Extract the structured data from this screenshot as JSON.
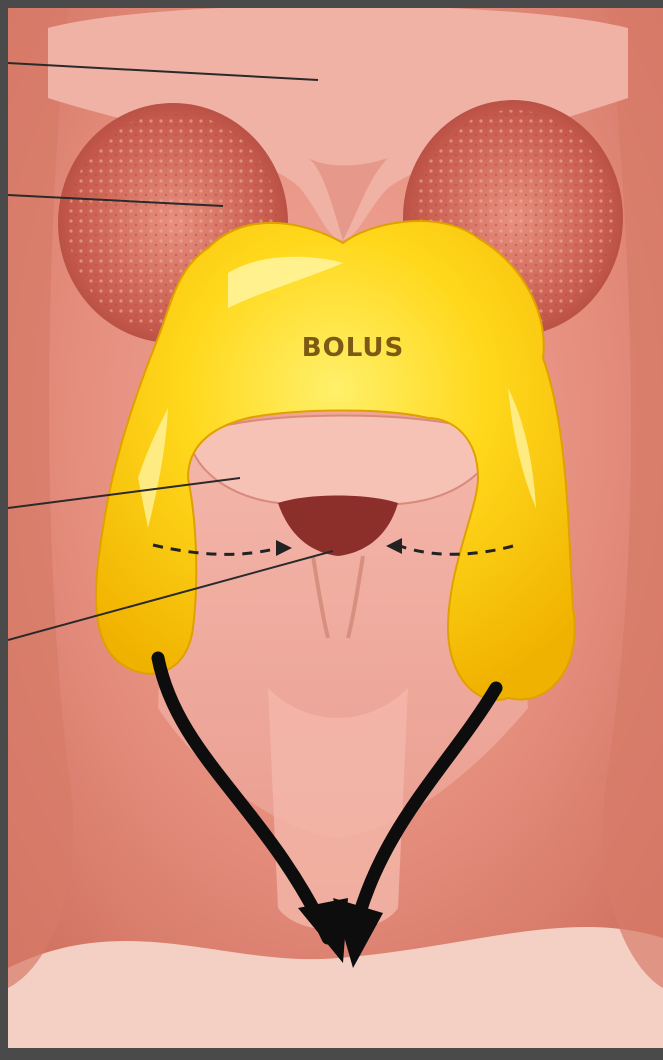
{
  "figure": {
    "bolus_label": "BOLUS",
    "colors": {
      "background": "#4a4a4a",
      "tissue": "#e89a8a",
      "tissue_dark": "#c45a4c",
      "bolus": "#ffd21a",
      "arrow": "#111111"
    },
    "leader_lines": [
      {
        "name": "leader-line-1",
        "label": ""
      },
      {
        "name": "leader-line-2",
        "label": ""
      },
      {
        "name": "leader-line-3",
        "label": ""
      },
      {
        "name": "leader-line-4",
        "label": ""
      }
    ]
  }
}
